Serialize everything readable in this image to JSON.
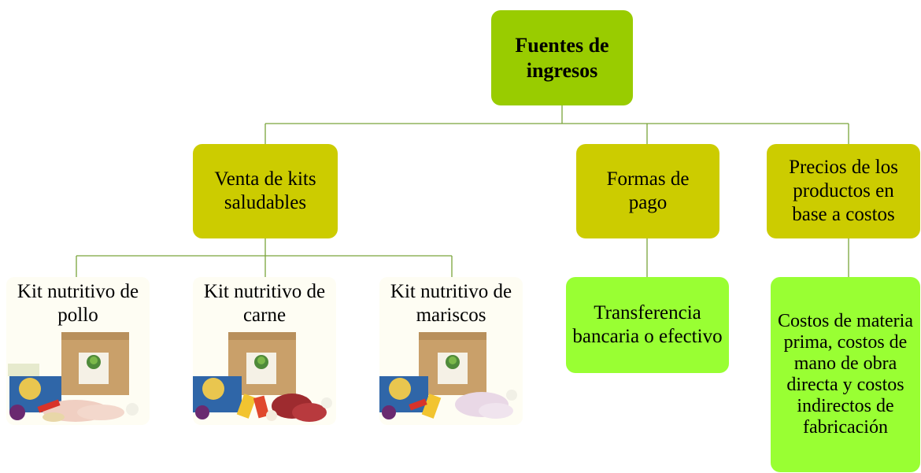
{
  "diagram": {
    "root": {
      "label": "Fuentes de ingresos"
    },
    "level2": [
      {
        "label": "Venta de kits saludables"
      },
      {
        "label": "Formas de pago"
      },
      {
        "label": "Precios de los productos en base a costos"
      }
    ],
    "kits": [
      {
        "label": "Kit nutritivo de pollo",
        "protein": "chicken"
      },
      {
        "label": "Kit nutritivo de carne",
        "protein": "beef"
      },
      {
        "label": "Kit nutritivo de mariscos",
        "protein": "fish"
      }
    ],
    "payment_leaf": {
      "label": "Transferencia bancaria o efectivo"
    },
    "cost_leaf": {
      "label": "Costos de materia prima, costos de mano de obra directa y costos indirectos de fabricación"
    }
  },
  "colors": {
    "root": "#99cc00",
    "level2": "#cccc00",
    "leaf": "#99ff33",
    "connector": "#7aa33a"
  }
}
